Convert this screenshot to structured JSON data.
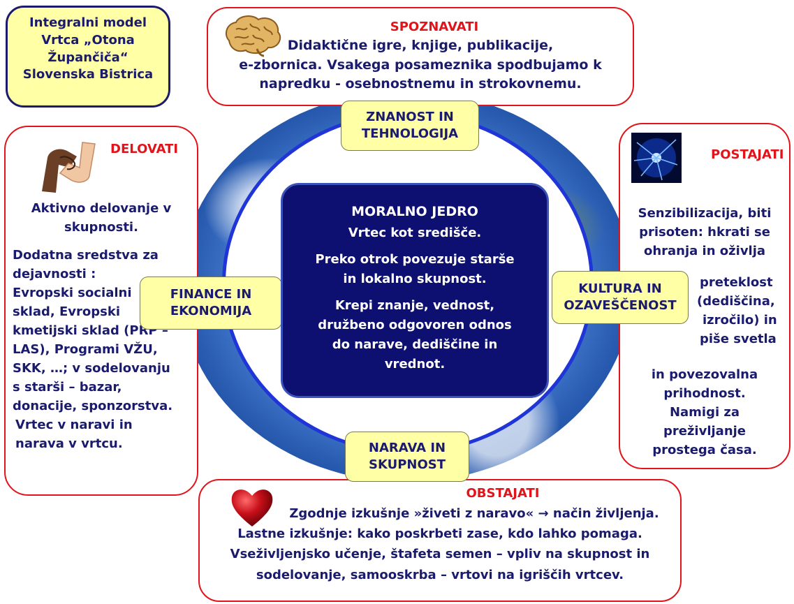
{
  "title_box": {
    "lines": [
      "Integralni model",
      "Vrtca „Otona",
      "Župančiča“",
      "Slovenska Bistrica"
    ]
  },
  "spoznavati": {
    "heading": "SPOZNAVATI",
    "lines": [
      "Didaktične igre, knjige, publikacije,",
      "e-zbornica.  Vsakega posameznika spodbujamo k",
      "napredku - osebnostnemu in strokovnemu."
    ]
  },
  "delovati": {
    "heading": "DELOVATI",
    "lines": [
      "Aktivno delovanje v",
      "skupnosti.",
      "Dodatna sredstva za",
      "dejavnosti :",
      "Evropski socialni",
      "sklad, Evropski",
      "kmetijski sklad (PRP –",
      "LAS), Programi VŽU,",
      "SKK, …;  v sodelovanju",
      "s starši – bazar,",
      "donacije, sponzorstva.",
      "Vrtec v naravi in",
      "narava v vrtcu."
    ]
  },
  "postajati": {
    "heading": "POSTAJATI",
    "lines": [
      "Senzibilizacija, biti",
      "prisoten: hkrati se",
      "ohranja in oživlja",
      "preteklost",
      "(dediščina,",
      "izročilo) in",
      "piše svetla",
      "in povezovalna",
      "prihodnost.",
      "Namigi za",
      "preživljanje",
      "prostega časa."
    ]
  },
  "obstajati": {
    "heading": "OBSTAJATI",
    "lines": [
      "Zgodnje izkušnje »živeti z naravo« → način življenja.",
      "Lastne izkušnje: kako poskrbeti zase, kdo lahko pomaga.",
      "Vseživljenjsko učenje, štafeta semen – vpliv na skupnost in",
      "sodelovanje, samooskrba – vrtovi na igriščih vrtcev."
    ]
  },
  "labels": {
    "top": [
      "ZNANOST IN",
      "TEHNOLOGIJA"
    ],
    "left": [
      "FINANCE IN",
      "EKONOMIJA"
    ],
    "right": [
      "KULTURA IN",
      "OZAVEŠČENOST"
    ],
    "bottom": [
      "NARAVA IN",
      "SKUPNOST"
    ]
  },
  "core": {
    "heading": "MORALNO JEDRO",
    "lines": [
      "Vrtec kot središče.",
      "Preko otrok povezuje starše",
      "in lokalno skupnost.",
      "Krepi znanje, vednost,",
      "družbeno odgovoren odnos",
      "do narave, dediščine in",
      "vrednot."
    ]
  },
  "colors": {
    "core_fill": "#0d1070",
    "label_fill": "#ffffa6",
    "box_border": "#e0141a",
    "text": "#1b1b6e"
  },
  "icons": [
    "brain-icon",
    "handshake-icon",
    "plasma-ball-icon",
    "heart-icon"
  ]
}
